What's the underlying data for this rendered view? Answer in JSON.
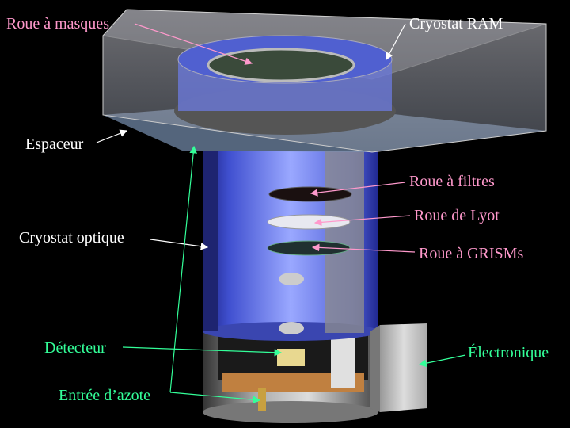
{
  "labels": {
    "roue_masques": "Roue à masques",
    "cryostat_ram": "Cryostat RAM",
    "espaceur": "Espaceur",
    "roue_filtres": "Roue à filtres",
    "roue_lyot": "Roue de Lyot",
    "cryostat_optique": "Cryostat optique",
    "roue_grisms": "Roue à GRISMs",
    "detecteur": "Détecteur",
    "electronique": "Électronique",
    "entree_azote": "Entrée d’azote"
  },
  "colors": {
    "pink": "#ff99cc",
    "white": "#ffffff",
    "green": "#33ff99",
    "blue_cylinder": "#6070e0"
  }
}
